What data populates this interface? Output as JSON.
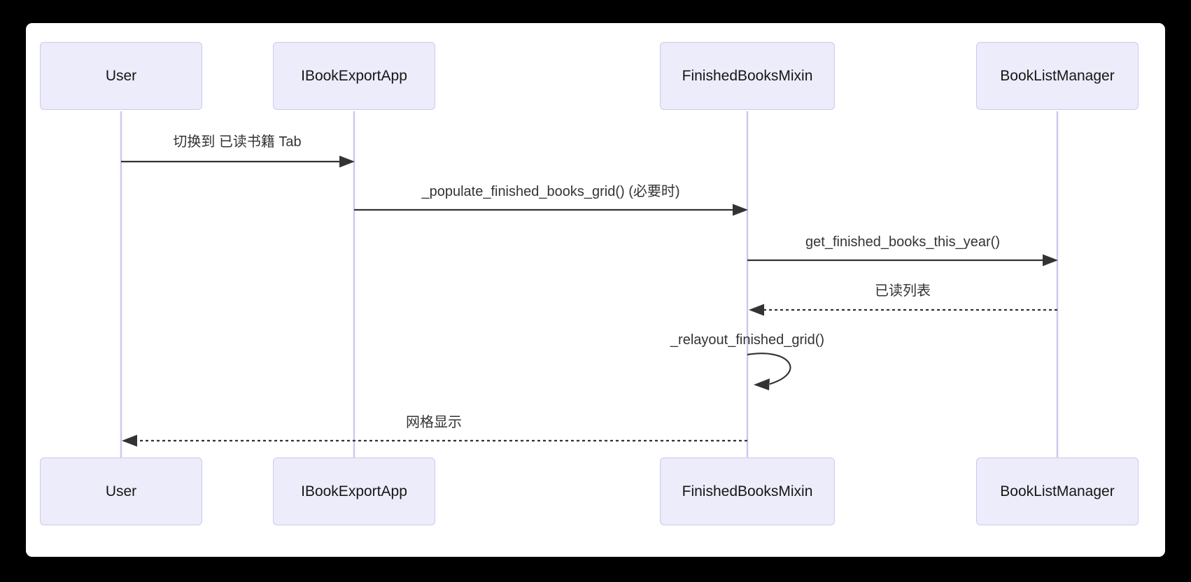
{
  "diagram": {
    "type": "sequence-diagram",
    "actors": [
      {
        "name": "User"
      },
      {
        "name": "IBookExportApp"
      },
      {
        "name": "FinishedBooksMixin"
      },
      {
        "name": "BookListManager"
      }
    ],
    "messages": [
      {
        "from": "User",
        "to": "IBookExportApp",
        "label": "切换到 已读书籍 Tab",
        "style": "solid"
      },
      {
        "from": "IBookExportApp",
        "to": "FinishedBooksMixin",
        "label": "_populate_finished_books_grid() (必要时)",
        "style": "solid"
      },
      {
        "from": "FinishedBooksMixin",
        "to": "BookListManager",
        "label": "get_finished_books_this_year()",
        "style": "solid"
      },
      {
        "from": "BookListManager",
        "to": "FinishedBooksMixin",
        "label": "已读列表",
        "style": "dashed"
      },
      {
        "from": "FinishedBooksMixin",
        "to": "FinishedBooksMixin",
        "label": "_relayout_finished_grid()",
        "style": "self"
      },
      {
        "from": "FinishedBooksMixin",
        "to": "User",
        "label": "网格显示",
        "style": "dashed"
      }
    ],
    "colors": {
      "frame_background": "#000000",
      "canvas_background": "#ffffff",
      "actor_fill": "#ECECFB",
      "actor_border": "#CFC8EE",
      "lifeline": "#CFC8EE",
      "arrow": "#333333",
      "message_text": "#333333",
      "actor_text": "#161616"
    }
  }
}
